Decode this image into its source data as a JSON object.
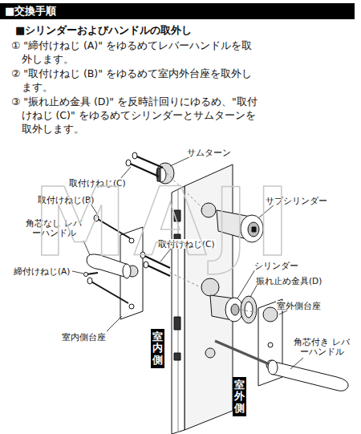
{
  "diagram": {
    "title": "■交換手順",
    "nodes": [
      {
        "text": [
          "室内側"
        ]
      },
      {
        "text": [
          "室外側"
        ]
      }
    ],
    "labels": [
      "■シリンダーおよびハンドルの取外し",
      "① \"締付けねじ (A)\" をゆるめてレバーハンドルを取外します。",
      "② \"取付けねじ (B)\" をゆるめて室内外台座を取外します。",
      "③ \"振れ止め金具 (D)\" を反時計回りにゆるめ、\"取付けねじ (C)\" をゆるめてシリンダーとサムターンを取外します。",
      "サムターン",
      "取付けねじ(C)",
      "サブシリンダー",
      "取付けねじ(B)",
      "角芯なし レバーハンドル",
      "取付けねじ(C)",
      "シリンダー",
      "振れ止め金具(D)",
      "締付けねじ(A)",
      "室外側台座",
      "室内側台座",
      "角芯付き レバーハンドル",
      "MAJI"
    ]
  }
}
